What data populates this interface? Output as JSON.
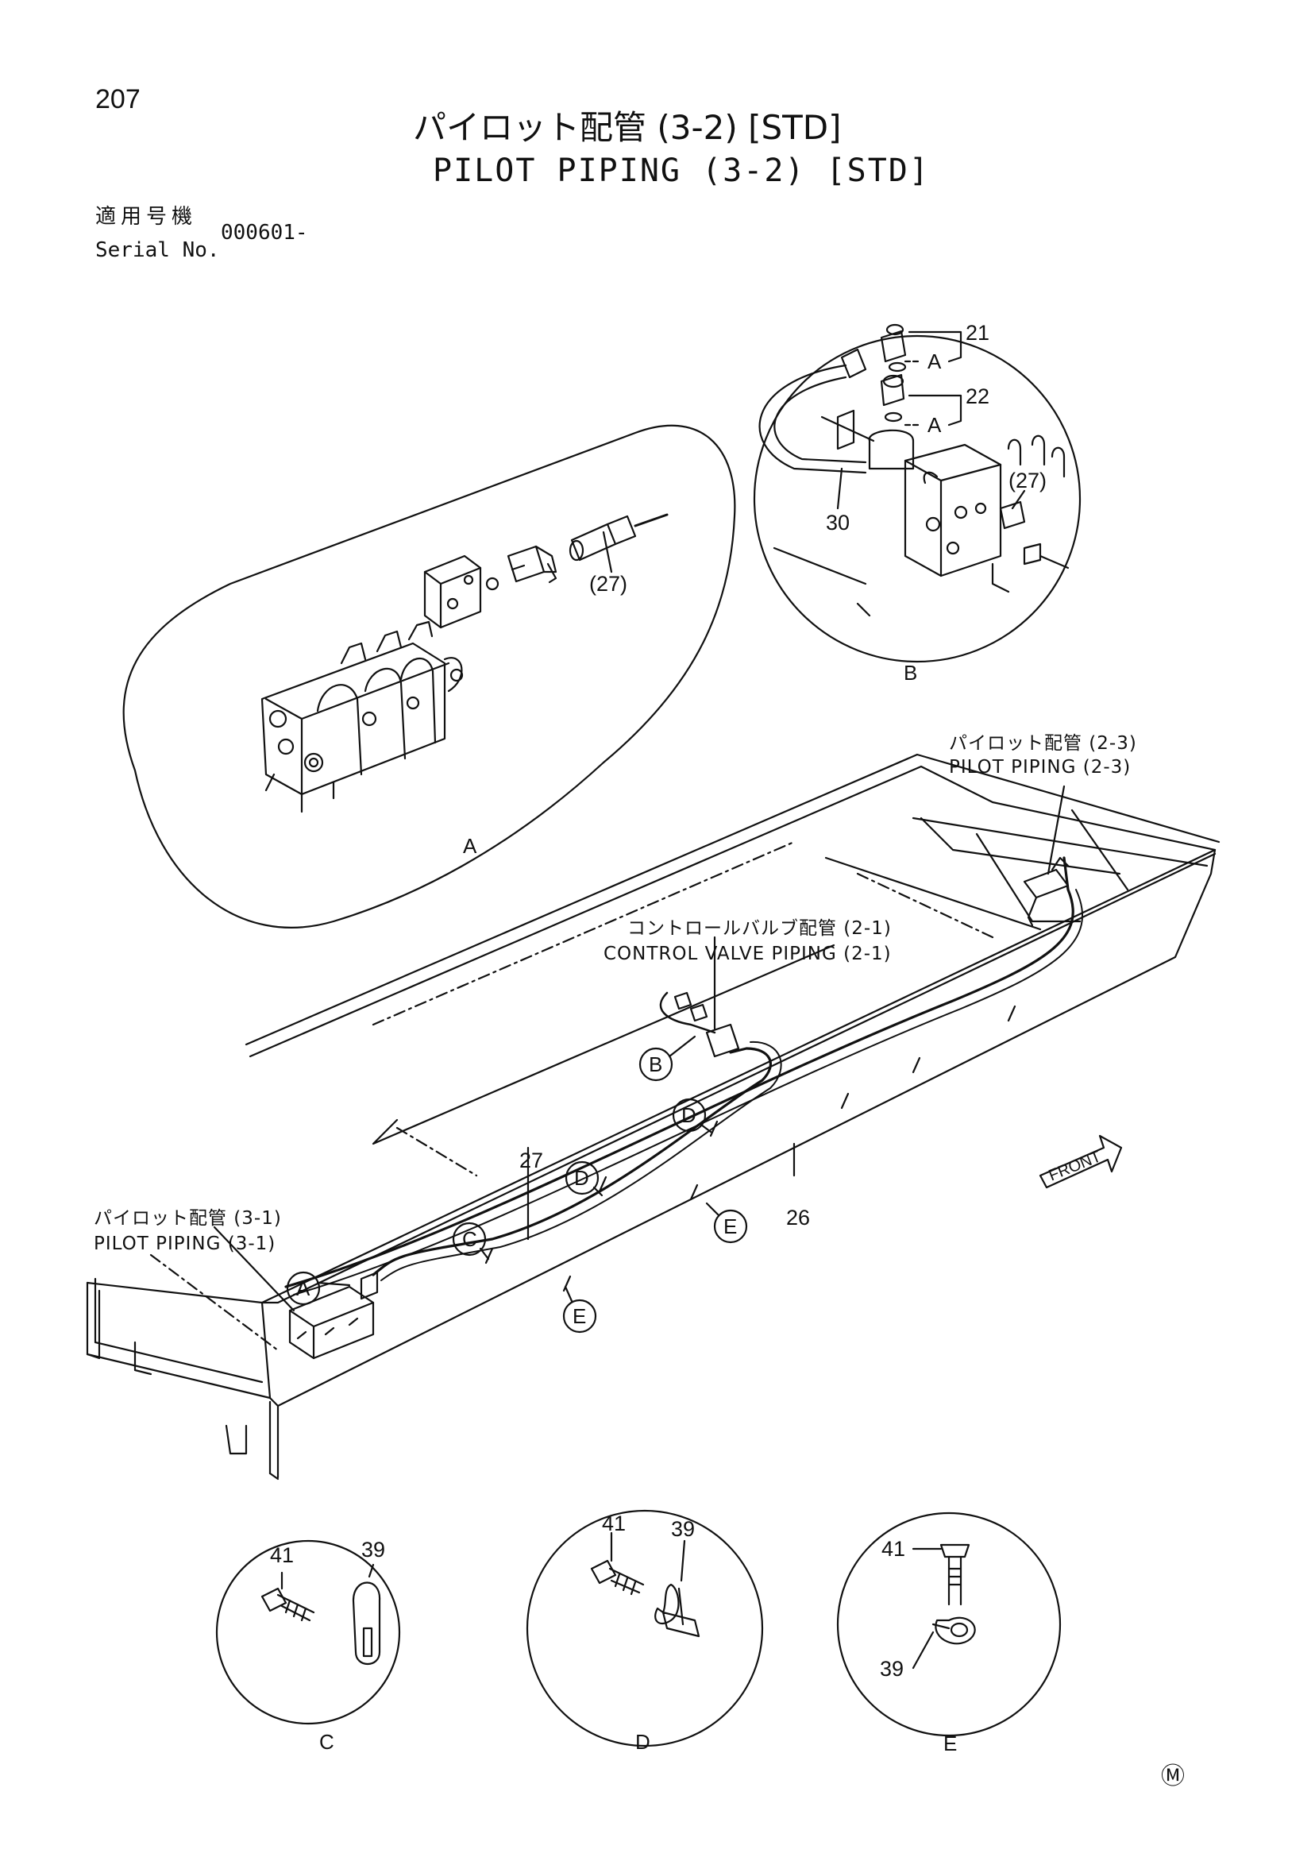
{
  "page": {
    "number": "207",
    "mark": "Ⓜ"
  },
  "title": {
    "jp": "パイロット配管 (3-2) [STD]",
    "en": "PILOT PIPING (3-2) [STD]"
  },
  "serial": {
    "label_jp": "適用号機",
    "label_en": "Serial No.",
    "value": "000601-"
  },
  "callouts": {
    "pilot_2_3_jp": "パイロット配管 (2-3)",
    "pilot_2_3_en": "PILOT PIPING (2-3)",
    "cv_2_1_jp": "コントロールバルブ配管 (2-1)",
    "cv_2_1_en": "CONTROL VALVE PIPING (2-1)",
    "pilot_3_1_jp": "パイロット配管 (3-1)",
    "pilot_3_1_en": "PILOT PIPING (3-1)"
  },
  "detail_labels": {
    "A": "A",
    "B": "B",
    "C": "C",
    "D": "D",
    "E": "E"
  },
  "part_numbers": {
    "p21": "21",
    "p22": "22",
    "p26": "26",
    "p27": "27",
    "p27_ref": "(27)",
    "p30": "30",
    "p39": "39",
    "p41": "41",
    "p41_c": "41"
  },
  "front_label": "FRONT"
}
